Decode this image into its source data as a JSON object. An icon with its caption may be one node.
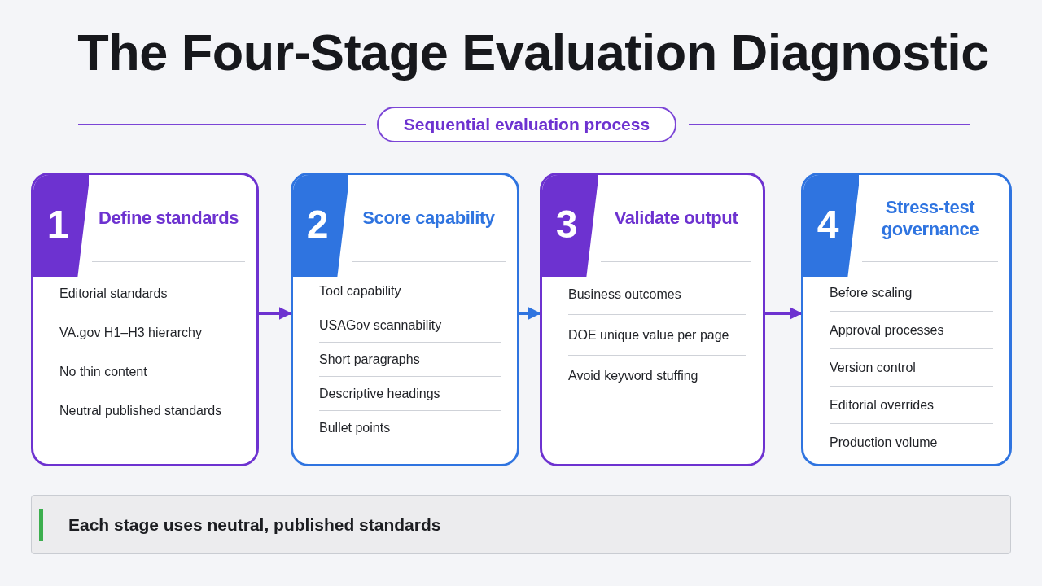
{
  "diagram": {
    "title": "The Four-Stage Evaluation Diagnostic",
    "nodes": [
      {
        "text": [
          "Sequential evaluation process"
        ]
      },
      {
        "text": [
          "Define standards",
          "Editorial standards",
          "VA.gov H1–H3 hierarchy",
          "No thin content",
          "Neutral published standards"
        ]
      },
      {
        "text": [
          "1"
        ],
        "in": 1
      },
      {
        "text": [
          "Score capability",
          "Tool capability",
          "USAGov scannability",
          "Short paragraphs",
          "Descriptive headings",
          "Bullet points"
        ]
      },
      {
        "text": [
          "2"
        ],
        "in": 3
      },
      {
        "text": [
          "Validate output",
          "Business outcomes",
          "DOE unique value per page",
          "Avoid keyword stuffing"
        ]
      },
      {
        "text": [
          "3"
        ],
        "in": 5
      },
      {
        "text": [
          "Stress-test governance",
          "Before scaling",
          "Approval processes",
          "Version control",
          "Editorial overrides",
          "Production volume"
        ]
      },
      {
        "text": [
          "4"
        ],
        "in": 7
      },
      {
        "text": [
          "Each stage uses neutral, published standards"
        ]
      }
    ],
    "edges": [
      {
        "from": 1,
        "to": 3,
        "arrow": "to"
      },
      {
        "from": 3,
        "to": 5,
        "arrow": "to",
        "color": "#2f74e0"
      },
      {
        "from": 5,
        "to": 7,
        "arrow": "to"
      }
    ]
  }
}
